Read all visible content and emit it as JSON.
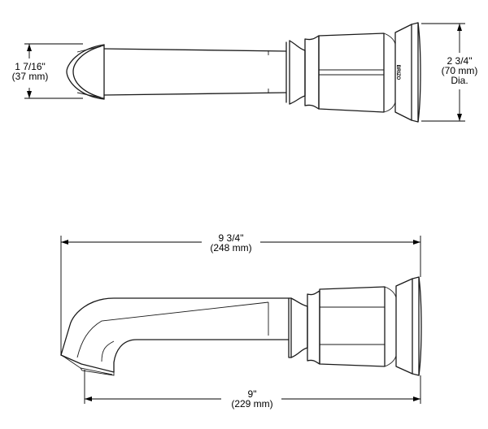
{
  "top_view": {
    "outlet_diameter": {
      "imperial": "1 7/16\"",
      "metric": "(37 mm)"
    },
    "flange_diameter": {
      "imperial": "2 3/4\"",
      "metric": "(70 mm)",
      "suffix": "Dia."
    },
    "brand_mark": "BRIZO"
  },
  "side_view": {
    "overall_length": {
      "imperial": "9 3/4\"",
      "metric": "(248 mm)"
    },
    "spout_reach": {
      "imperial": "9\"",
      "metric": "(229 mm)"
    }
  }
}
